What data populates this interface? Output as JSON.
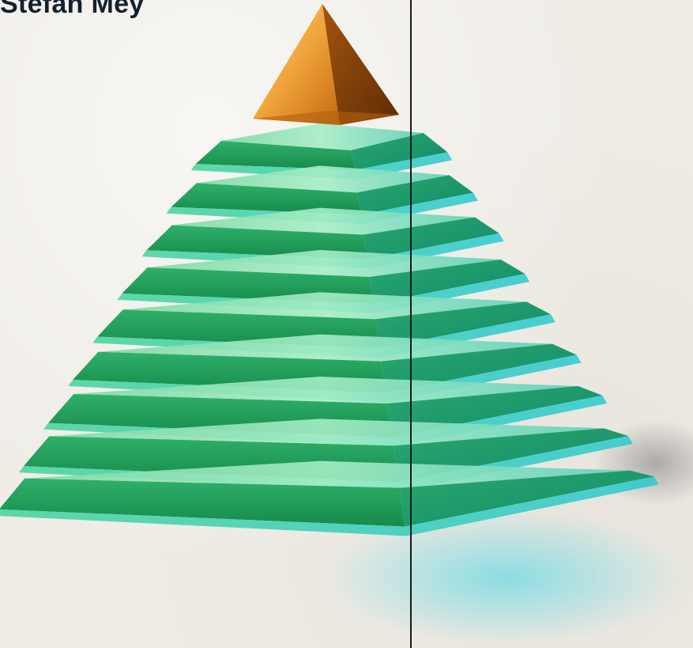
{
  "header": {
    "author": "Stefan Mey"
  },
  "illustration": {
    "icon": "layered-pyramid-illustration",
    "layers": 9,
    "colors": {
      "capstone": "#e39a2b",
      "capstone_shadow": "#7a3f0a",
      "layer_front": "#25a660",
      "layer_front_dark": "#178a4b",
      "layer_top": "#8fe3b3",
      "layer_right": "#1d9a7a",
      "layer_edge": "#2ec8c8",
      "divider": "#1a1a1a"
    }
  }
}
